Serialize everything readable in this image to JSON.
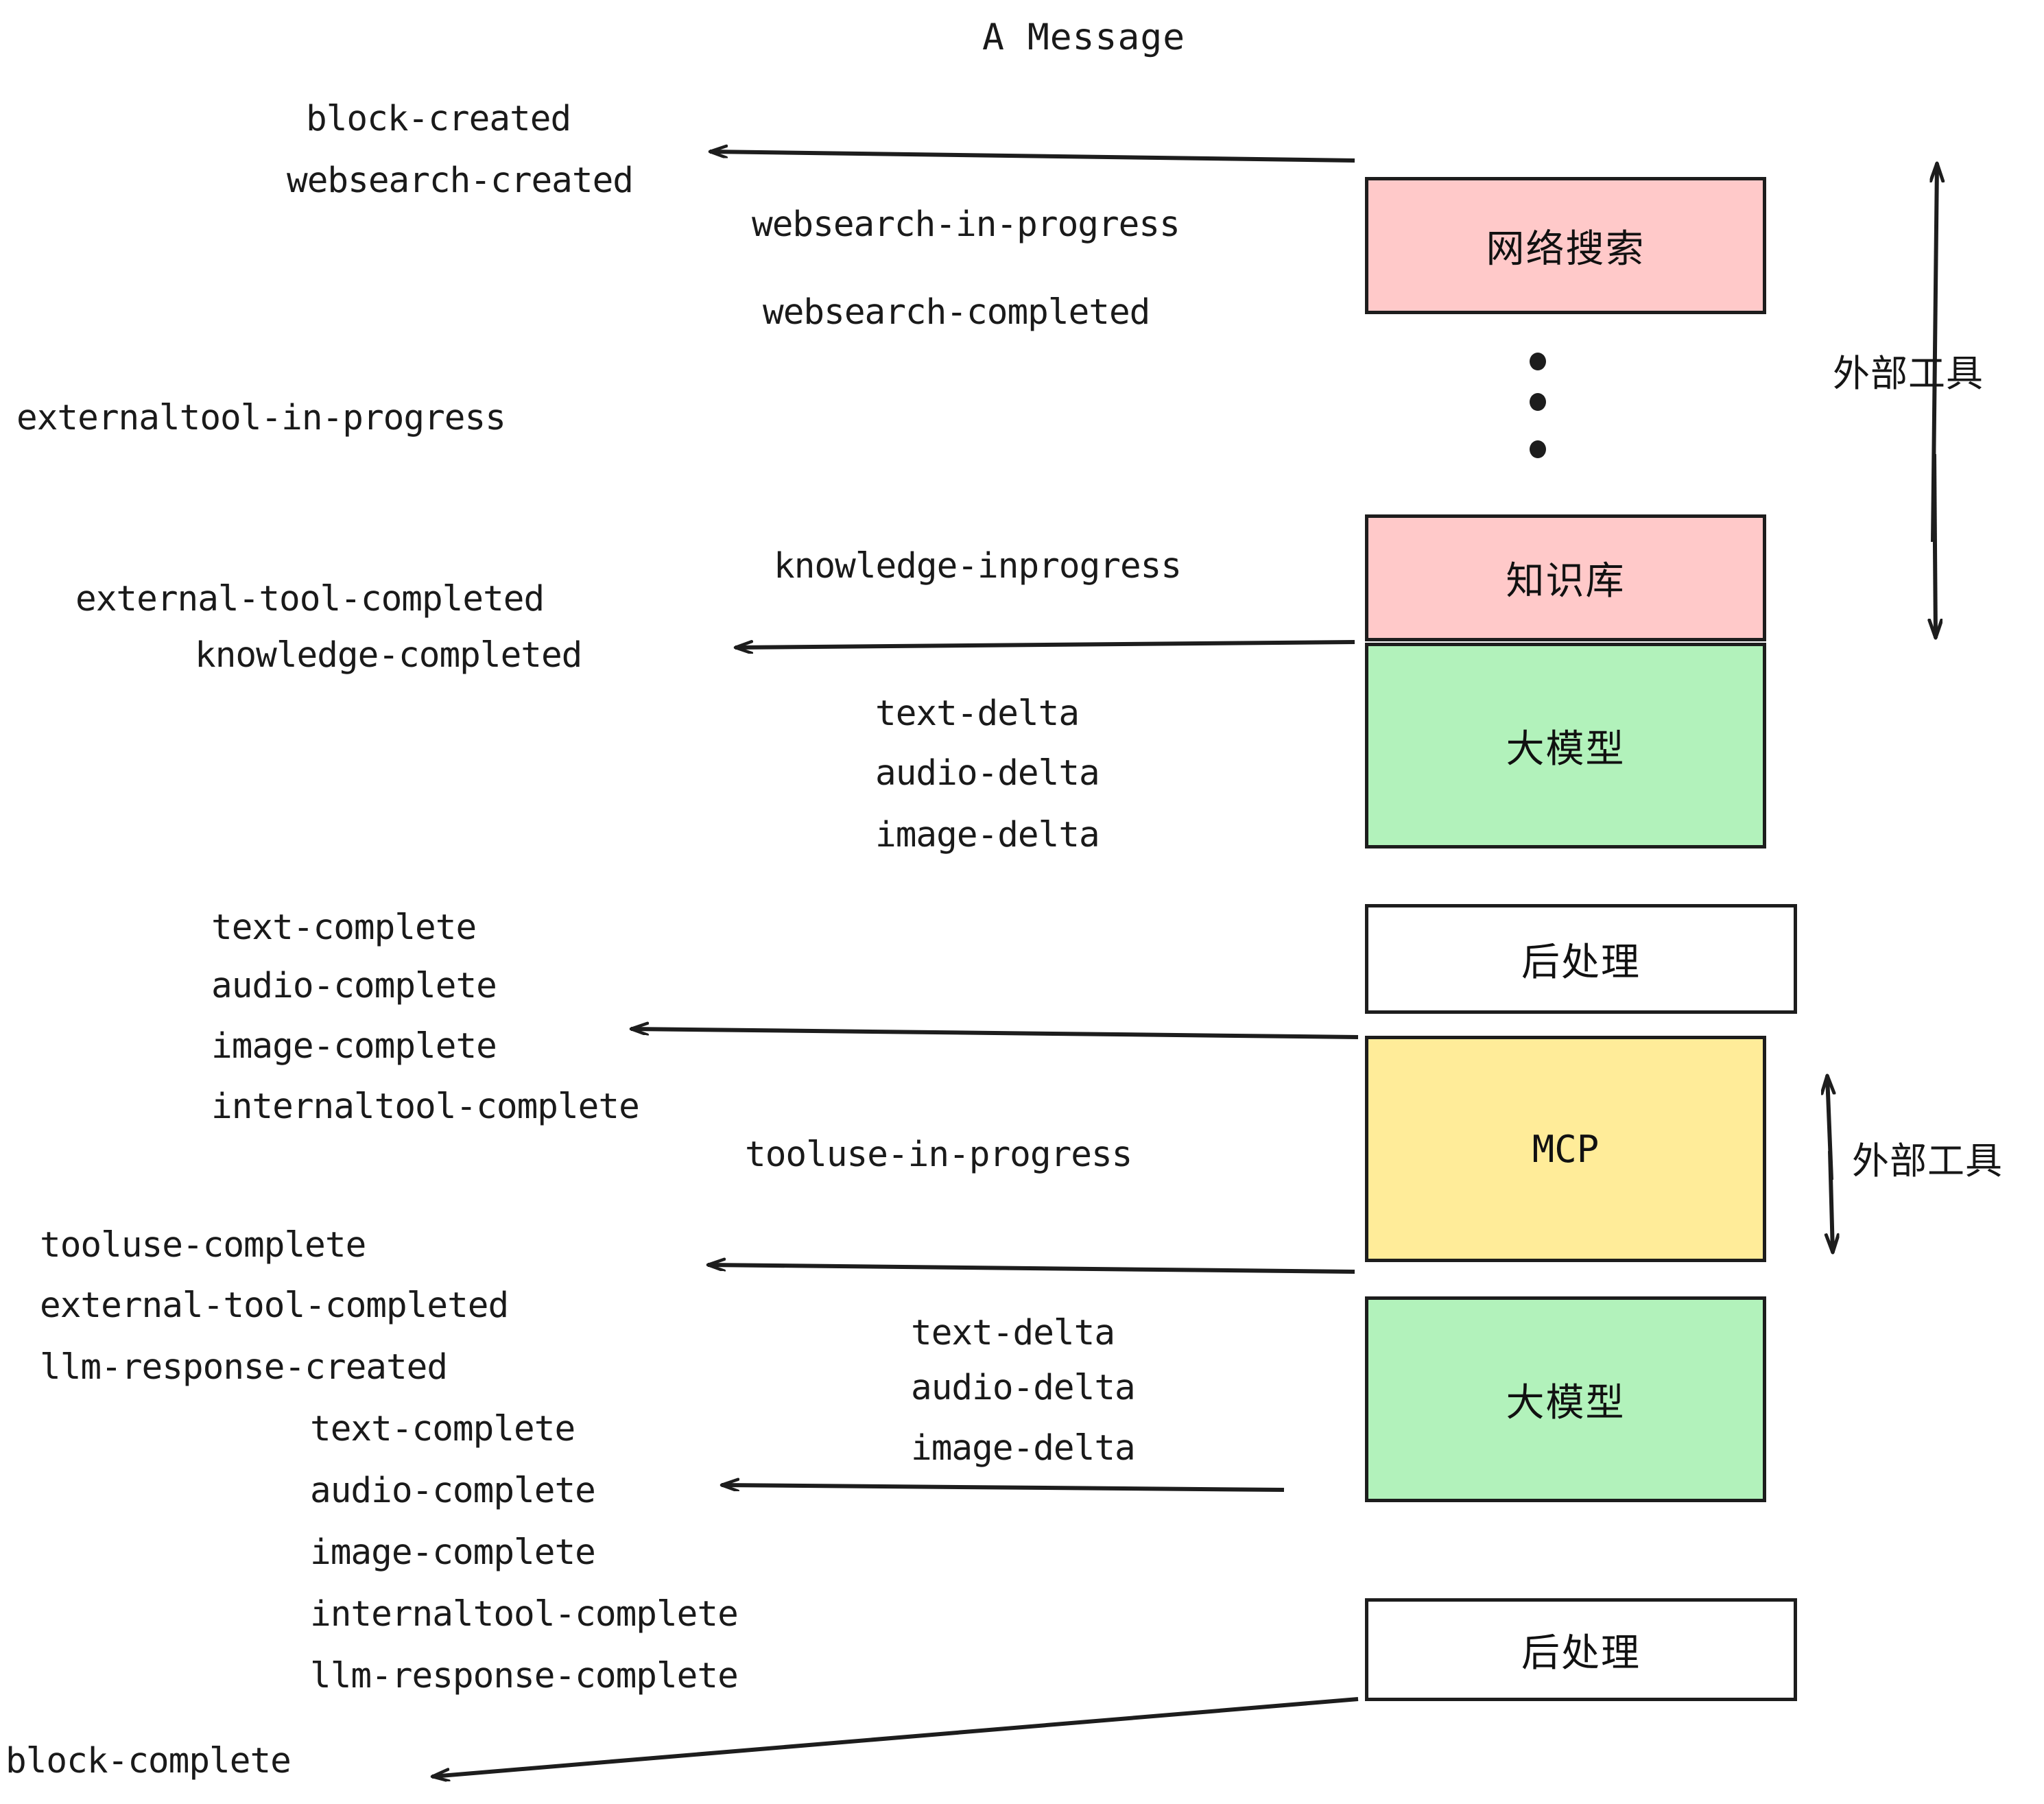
{
  "title": "A Message",
  "boxes": [
    {
      "label": "网络搜索",
      "color": "#ffc9c9",
      "kind": "web-search"
    },
    {
      "label": "知识库",
      "color": "#ffc9c9",
      "kind": "knowledge-base"
    },
    {
      "label": "大模型",
      "color": "#b2f2bb",
      "kind": "llm-1"
    },
    {
      "label": "后处理",
      "color": "#ffffff",
      "kind": "post-process-1"
    },
    {
      "label": "MCP",
      "color": "#ffec99",
      "kind": "mcp"
    },
    {
      "label": "大模型",
      "color": "#b2f2bb",
      "kind": "llm-2"
    },
    {
      "label": "后处理",
      "color": "#ffffff",
      "kind": "post-process-2"
    }
  ],
  "side_labels": [
    {
      "text": "外部工具"
    },
    {
      "text": "外部工具"
    }
  ],
  "events": {
    "block_created": "block-created",
    "websearch_created": "websearch-created",
    "websearch_in_progress": "websearch-in-progress",
    "websearch_completed": "websearch-completed",
    "externaltool_in_progress": "externaltool-in-progress",
    "knowledge_inprogress": "knowledge-inprogress",
    "external_tool_completed_1": "external-tool-completed",
    "knowledge_completed": "knowledge-completed",
    "text_delta_1": "text-delta",
    "audio_delta_1": "audio-delta",
    "image_delta_1": "image-delta",
    "text_complete_1": "text-complete",
    "audio_complete_1": "audio-complete",
    "image_complete_1": "image-complete",
    "internaltool_complete_1": "internaltool-complete",
    "tooluse_in_progress": "tooluse-in-progress",
    "tooluse_complete": "tooluse-complete",
    "external_tool_completed_2": "external-tool-completed",
    "llm_response_created": "llm-response-created",
    "text_delta_2": "text-delta",
    "audio_delta_2": "audio-delta",
    "image_delta_2": "image-delta",
    "text_complete_2": "text-complete",
    "audio_complete_2": "audio-complete",
    "image_complete_2": "image-complete",
    "internaltool_complete_2": "internaltool-complete",
    "llm_response_complete": "llm-response-complete",
    "block_complete": "block-complete"
  },
  "colors": {
    "pink": "#ffc9c9",
    "green": "#b2f2bb",
    "yellow": "#ffec99",
    "white": "#ffffff",
    "stroke": "#1d1d1d"
  }
}
